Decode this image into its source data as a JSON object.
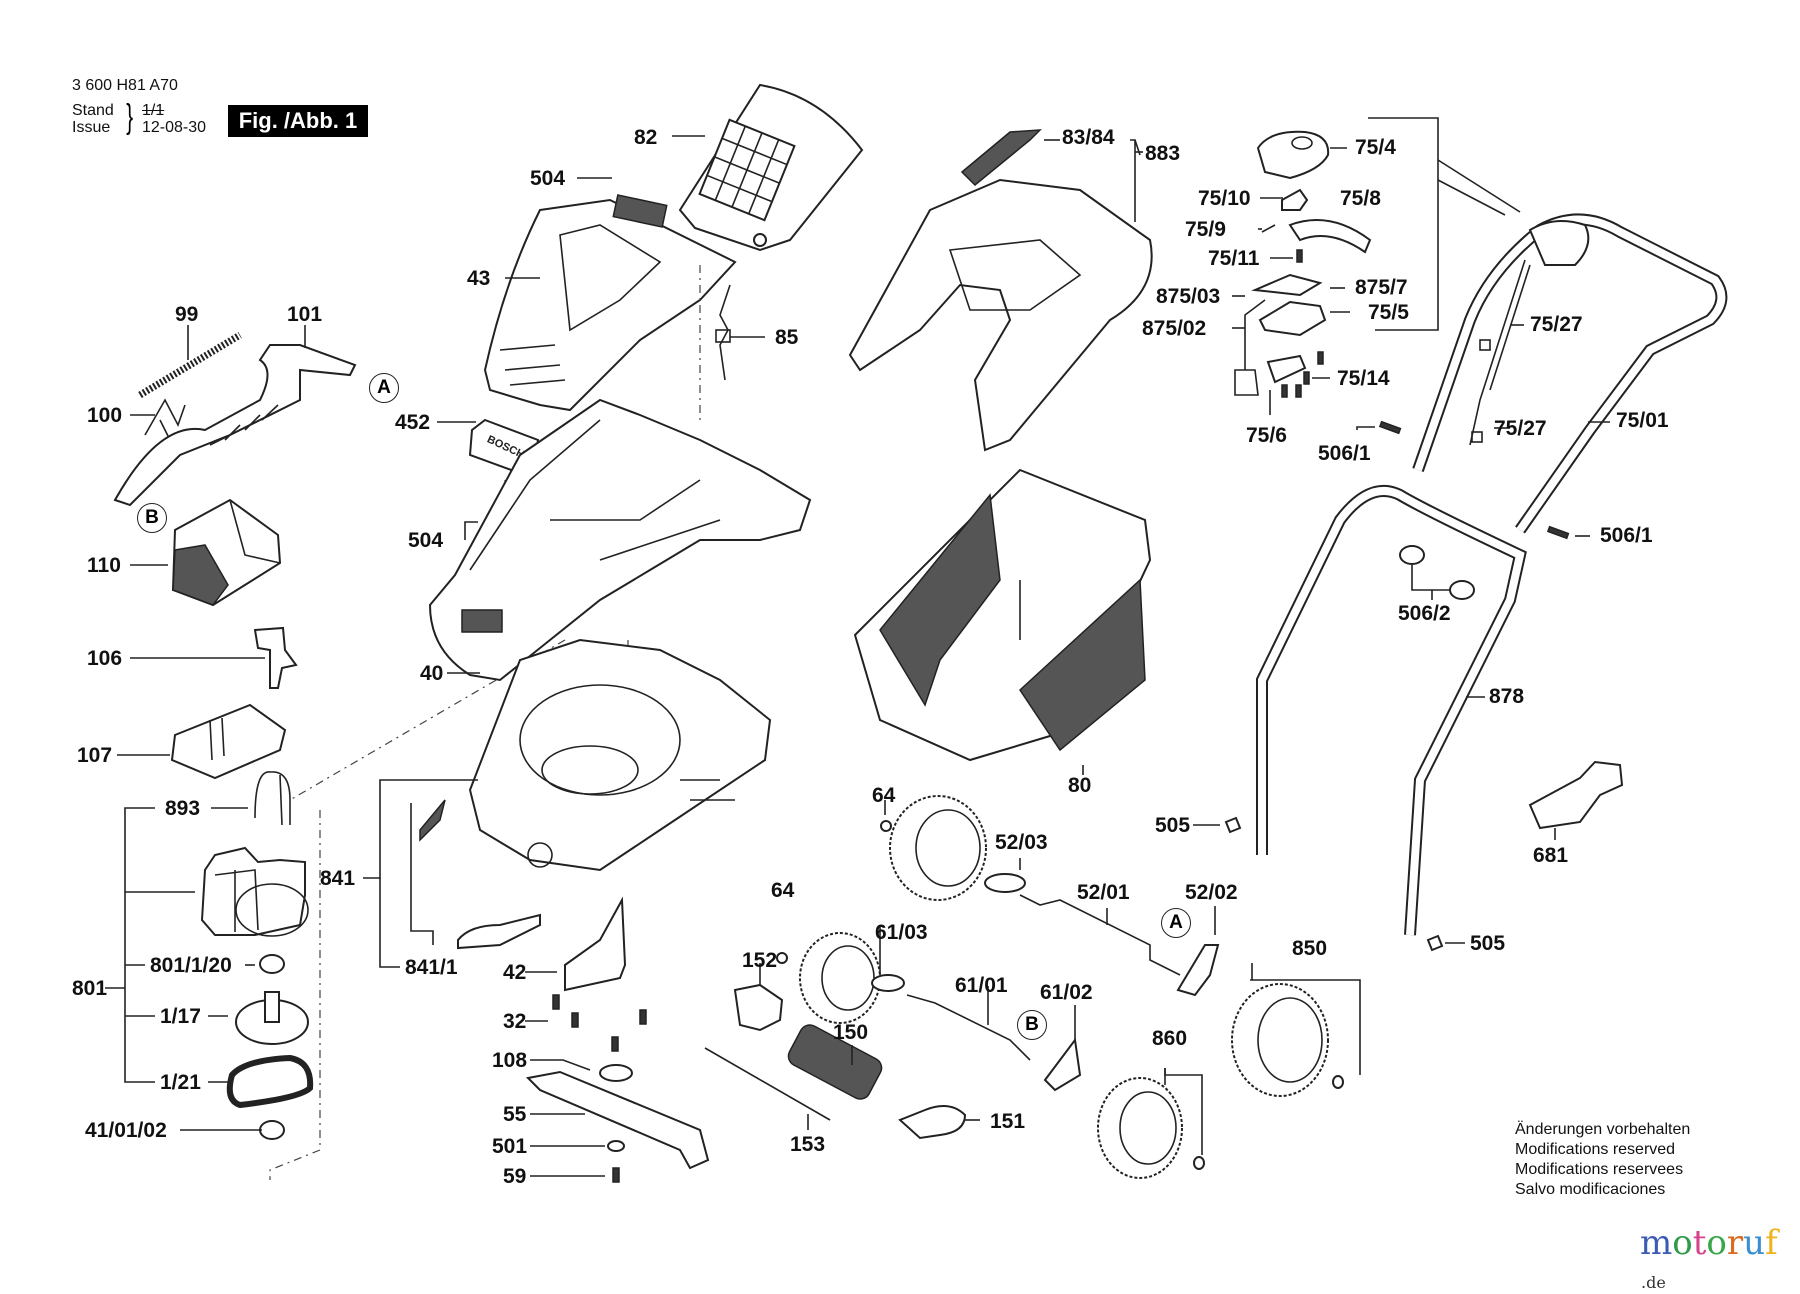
{
  "header": {
    "part_number": "3 600 H81 A70",
    "stand_label": "Stand",
    "issue_label": "Issue",
    "stand_value": "1/1",
    "issue_value": "12-08-30",
    "figure_badge": "Fig. /Abb. 1"
  },
  "callouts": {
    "c82": "82",
    "c504a": "504",
    "c43": "43",
    "c85": "85",
    "c99": "99",
    "c101": "101",
    "c100": "100",
    "c110": "110",
    "c106": "106",
    "c107": "107",
    "c452": "452",
    "c504b": "504",
    "c40": "40",
    "c893": "893",
    "c801": "801",
    "c801_1_20": "801/1/20",
    "c1_17": "1/17",
    "c1_21": "1/21",
    "c41_01_02": "41/01/02",
    "c841": "841",
    "c841_1": "841/1",
    "c42": "42",
    "c32": "32",
    "c108": "108",
    "c55": "55",
    "c501": "501",
    "c59": "59",
    "c83_84": "83/84",
    "c883": "883",
    "c80": "80",
    "c75_4": "75/4",
    "c75_10": "75/10",
    "c75_8": "75/8",
    "c75_9": "75/9",
    "c75_11": "75/11",
    "c875_03": "875/03",
    "c875_7": "875/7",
    "c75_5": "75/5",
    "c875_02": "875/02",
    "c75_14": "75/14",
    "c75_6": "75/6",
    "c506_1a": "506/1",
    "c75_27a": "75/27",
    "c75_27b": "75/27",
    "c75_01": "75/01",
    "c506_1b": "506/1",
    "c506_2": "506/2",
    "c878": "878",
    "c505a": "505",
    "c505b": "505",
    "c681": "681",
    "c64a": "64",
    "c52_03": "52/03",
    "c52_01": "52/01",
    "c52_02": "52/02",
    "c64b": "64",
    "c61_03": "61/03",
    "c152": "152",
    "c150": "150",
    "c61_01": "61/01",
    "c61_02": "61/02",
    "c860": "860",
    "c850": "850",
    "c153": "153",
    "c151": "151"
  },
  "reference_markers": {
    "a1": "A",
    "b1": "B",
    "a2": "A",
    "b2": "B"
  },
  "notes": [
    "Änderungen vorbehalten",
    "Modifications reserved",
    "Modifications reservees",
    "Salvo modificaciones"
  ],
  "watermark": {
    "letters": [
      "m",
      "o",
      "t",
      "o",
      "r",
      "u",
      "f"
    ],
    "letter_colors": [
      "#3b5bb5",
      "#2e9a4a",
      "#d8428c",
      "#3aa64a",
      "#d96a1f",
      "#3b8fd0",
      "#f0b21d"
    ],
    "tld": ".de"
  }
}
